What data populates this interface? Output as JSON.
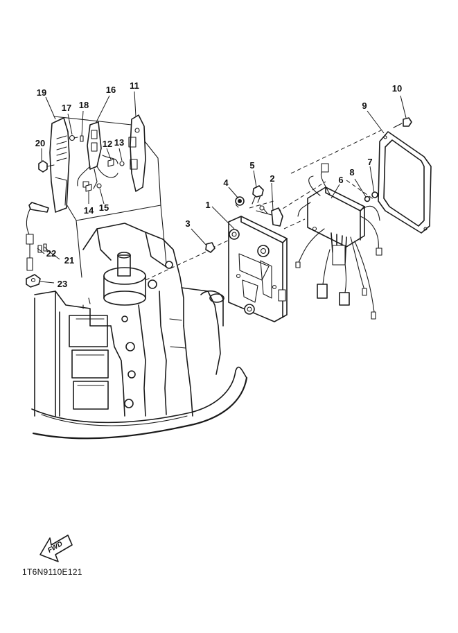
{
  "parts": [
    {
      "number": "1"
    },
    {
      "number": "2"
    },
    {
      "number": "3"
    },
    {
      "number": "4"
    },
    {
      "number": "5"
    },
    {
      "number": "6"
    },
    {
      "number": "7"
    },
    {
      "number": "8"
    },
    {
      "number": "9"
    },
    {
      "number": "10"
    },
    {
      "number": "11"
    },
    {
      "number": "12"
    },
    {
      "number": "13"
    },
    {
      "number": "14"
    },
    {
      "number": "15"
    },
    {
      "number": "16"
    },
    {
      "number": "17"
    },
    {
      "number": "18"
    },
    {
      "number": "19"
    },
    {
      "number": "20"
    },
    {
      "number": "21"
    },
    {
      "number": "22"
    },
    {
      "number": "23"
    }
  ],
  "direction_arrow": {
    "label": "FWD"
  },
  "drawing_code": "1T6N9110E121"
}
